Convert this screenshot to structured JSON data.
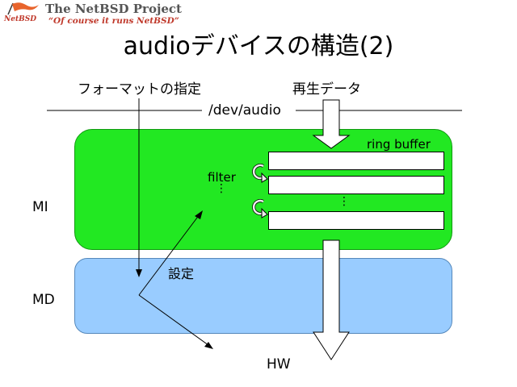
{
  "header": {
    "logo_text": "NetBSD",
    "title": "The NetBSD Project",
    "tagline": "“Of course it runs NetBSD”"
  },
  "slide": {
    "title": "audioデバイスの構造(2)"
  },
  "labels": {
    "format_spec": "フォーマットの指定",
    "play_data": "再生データ",
    "dev_audio": "/dev/audio",
    "ring_buffer": "ring buffer",
    "filter": "filter",
    "vdots": "⋮",
    "mi": "MI",
    "md": "MD",
    "settings": "設定",
    "hw": "HW"
  },
  "colors": {
    "mi_fill": "#22e822",
    "md_fill": "#99ccff",
    "logo_red": "#c0392b"
  }
}
